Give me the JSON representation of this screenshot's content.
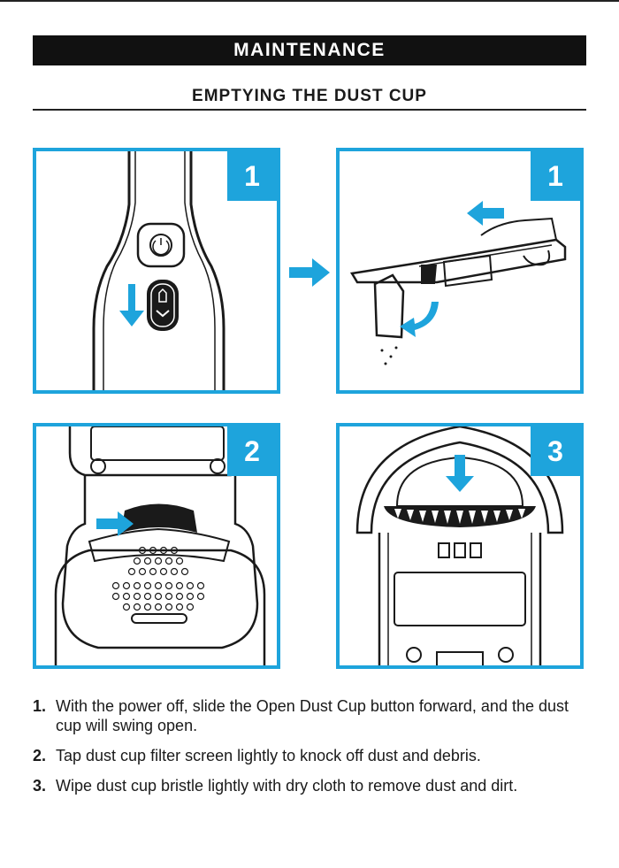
{
  "header": {
    "section_title": "MAINTENANCE",
    "subtitle": "EMPTYING THE DUST CUP"
  },
  "colors": {
    "accent": "#1ea4dc",
    "banner": "#111111",
    "line_art": "#1a1a1a"
  },
  "panels": [
    {
      "step_label": "1",
      "illustration": "handle-open-button-slide"
    },
    {
      "step_label": "1",
      "illustration": "dust-cup-swing-open"
    },
    {
      "step_label": "2",
      "illustration": "tap-filter-screen"
    },
    {
      "step_label": "3",
      "illustration": "wipe-bristle"
    }
  ],
  "instructions": [
    {
      "number": "1.",
      "text": "With the power off, slide the Open Dust Cup button forward, and the dust cup will swing open."
    },
    {
      "number": "2.",
      "text": "Tap dust cup filter screen lightly to knock off dust and debris."
    },
    {
      "number": "3.",
      "text": "Wipe dust cup bristle lightly with dry cloth to remove dust and dirt."
    }
  ]
}
